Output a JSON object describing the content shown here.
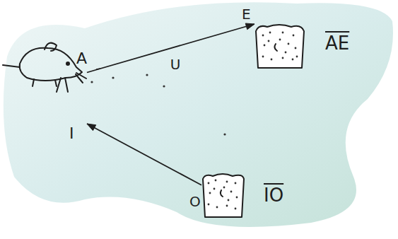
{
  "diagram": {
    "nodes": [
      {
        "text": [
          "A",
          "I"
        ]
      },
      {
        "text": [
          "E",
          "AE"
        ]
      },
      {
        "text": [
          "O",
          "IO"
        ]
      }
    ],
    "edges": [
      {
        "from": 0,
        "to": 1,
        "arrow": "to",
        "label": "U"
      },
      {
        "from": 2,
        "to": 0,
        "arrow": "to"
      }
    ]
  }
}
